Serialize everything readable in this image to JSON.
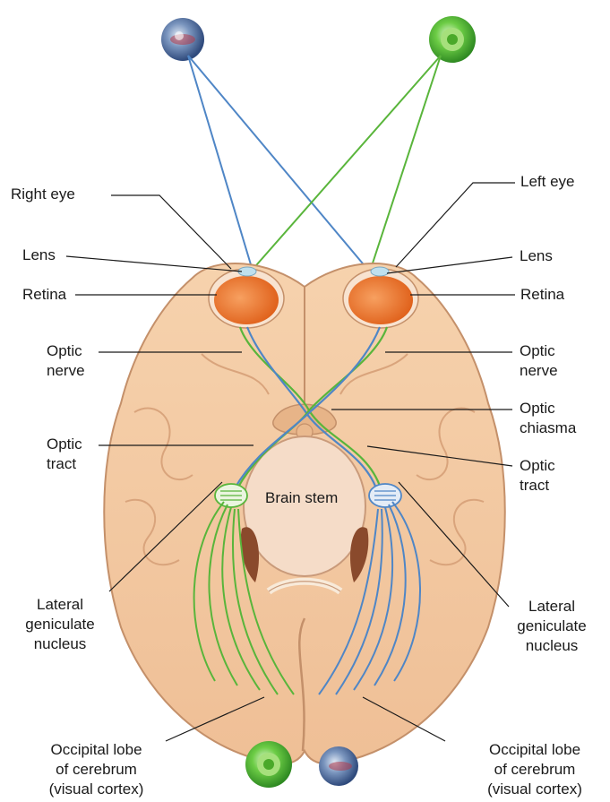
{
  "labels": {
    "right_eye": "Right eye",
    "left_eye": "Left eye",
    "lens_left_side": "Lens",
    "lens_right_side": "Lens",
    "retina_left_side": "Retina",
    "retina_right_side": "Retina",
    "optic_nerve_left_side": "Optic\nnerve",
    "optic_nerve_right_side": "Optic\nnerve",
    "optic_chiasma": "Optic\nchiasma",
    "optic_tract_left_side": "Optic\ntract",
    "optic_tract_right_side": "Optic\ntract",
    "brain_stem": "Brain stem",
    "lgn_left_side": "Lateral\ngeniculate\nnucleus",
    "lgn_right_side": "Lateral\ngeniculate\nnucleus",
    "occipital_left_side": "Occipital lobe\nof cerebrum\n(visual cortex)",
    "occipital_right_side": "Occipital lobe\nof cerebrum\n(visual cortex)"
  },
  "colors": {
    "left_visual_field": "#4f86c6",
    "right_visual_field": "#59b53b",
    "brain_tissue": "#f2cba6",
    "brain_outline": "#c4906a",
    "retina": "#f07a2a"
  }
}
